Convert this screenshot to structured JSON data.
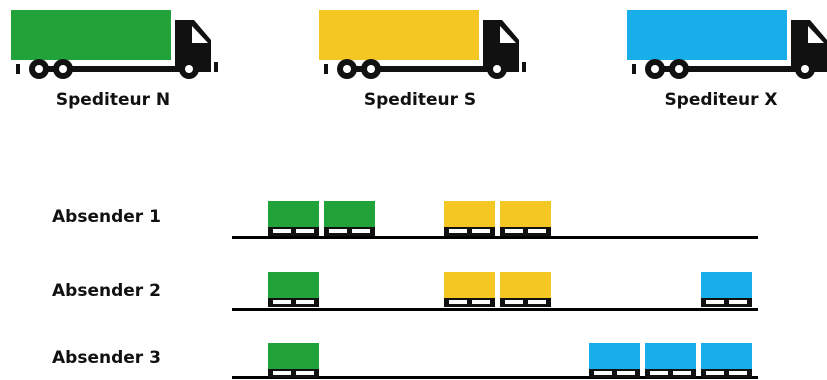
{
  "carriers": [
    {
      "id": "N",
      "label": "Spediteur N",
      "color": "#22a33a"
    },
    {
      "id": "S",
      "label": "Spediteur S",
      "color": "#f5c723"
    },
    {
      "id": "X",
      "label": "Spediteur X",
      "color": "#18aeea"
    }
  ],
  "shippers": [
    {
      "label": "Absender 1",
      "pallets": {
        "N": 2,
        "S": 2,
        "X": 0
      }
    },
    {
      "label": "Absender 2",
      "pallets": {
        "N": 1,
        "S": 2,
        "X": 1
      }
    },
    {
      "label": "Absender 3",
      "pallets": {
        "N": 1,
        "S": 0,
        "X": 3
      }
    }
  ],
  "icons": {
    "truck": "truck-icon",
    "pallet": "pallet-icon"
  }
}
